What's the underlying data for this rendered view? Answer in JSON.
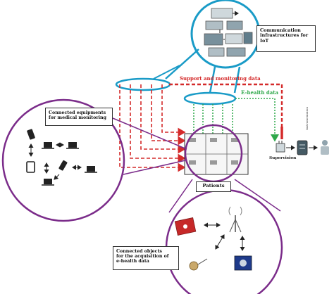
{
  "labels": {
    "comm_infra_line1": "Communication",
    "comm_infra_line2": "infrastructures for",
    "comm_infra_line3": "IoT",
    "support_monitoring": "Support and monitoring data",
    "ehealth_data": "E-health data",
    "connected_equipments_line1": "Connected equipments",
    "connected_equipments_line2": "for medical monitoring",
    "patients": "Patients",
    "supervision": "Supervision",
    "connected_objects_line1": "Connected objects",
    "connected_objects_line2": "for the acquisition of",
    "connected_objects_line3": "e-health data"
  },
  "colors": {
    "purple": "#7b2c8a",
    "teal": "#1a9bc7",
    "red": "#d42a2a",
    "green": "#2ea84a",
    "dark": "#222222"
  },
  "icons": {
    "laptop": "laptop-icon",
    "phone": "phone-icon",
    "tablet": "tablet-icon",
    "router": "router-icon",
    "server": "server-icon",
    "doctor": "doctor-icon",
    "antenna": "antenna-icon",
    "sensor": "sensor-board-icon"
  }
}
